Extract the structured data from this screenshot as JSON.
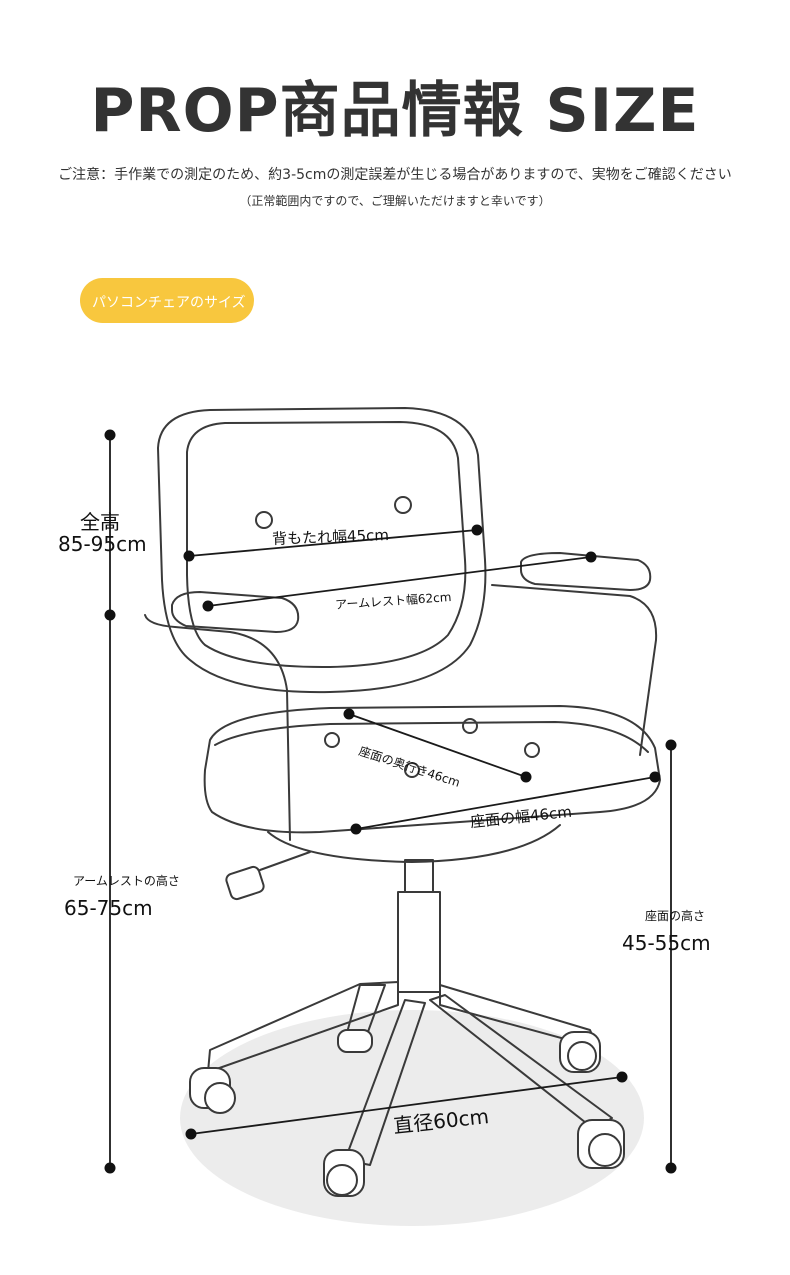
{
  "header": {
    "title": "PROP商品情報 SIZE",
    "note": "ご注意：手作業での測定のため、約3-5cmの測定誤差が生じる場合がありますので、実物をご確認ください",
    "note_sub": "（正常範囲内ですので、ご理解いただけますと幸いです）"
  },
  "section": {
    "label": "パソコンチェアのサイズ",
    "color": "#f8c73e"
  },
  "dimensions": {
    "total_height_label": "全高",
    "total_height_value": "85-95cm",
    "backrest_width": "背もたれ幅45cm",
    "armrest_width": "アームレスト幅62cm",
    "seat_depth": "座面の奥行き46cm",
    "seat_width": "座面の幅46cm",
    "armrest_height_label": "アームレストの高さ",
    "armrest_height_value": "65-75cm",
    "seat_height_label": "座面の高さ",
    "seat_height_value": "45-55cm",
    "base_diameter": "直径60cm"
  }
}
